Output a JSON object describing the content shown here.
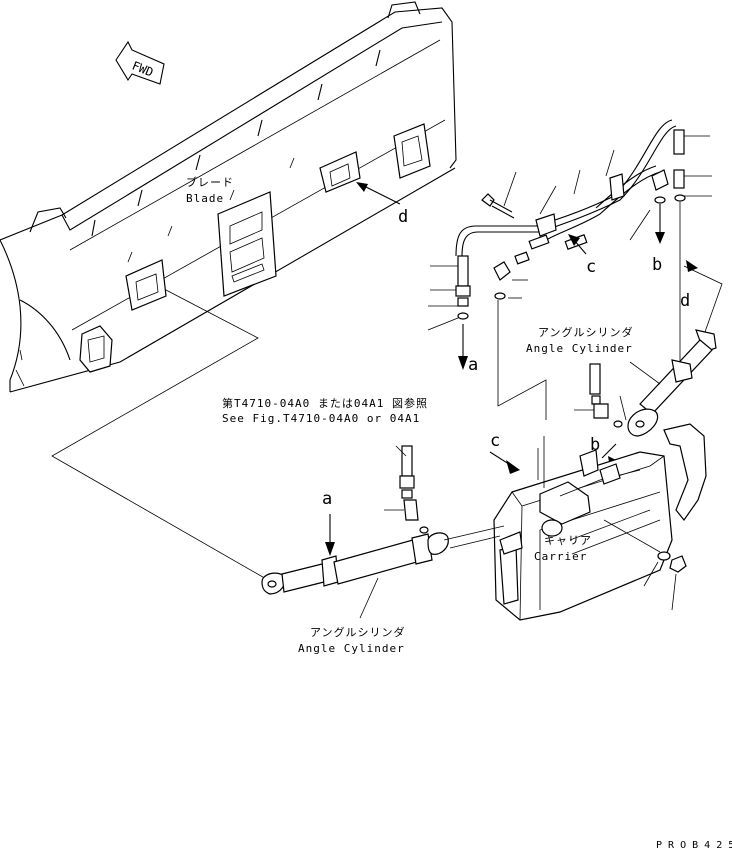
{
  "labels": {
    "fwd": "FWD",
    "blade_jp": "ブレード",
    "blade_en": "Blade",
    "angle_cyl_right_jp": "アングルシリンダ",
    "angle_cyl_right_en": "Angle Cylinder",
    "angle_cyl_left_jp": "アングルシリンダ",
    "angle_cyl_left_en": "Angle Cylinder",
    "carrier_jp": "キャリア",
    "carrier_en": "Carrier",
    "ref_jp": "第T4710-04A0 または04A1 図参照",
    "ref_en": "See Fig.T4710-04A0 or 04A1",
    "callout_a_top": "a",
    "callout_a_bottom": "a",
    "callout_b_top": "b",
    "callout_b_bottom": "b",
    "callout_c_top": "c",
    "callout_c_bottom": "c",
    "callout_d_left": "d",
    "callout_d_right": "d",
    "figure_code": "P R O B 4 2 5"
  }
}
